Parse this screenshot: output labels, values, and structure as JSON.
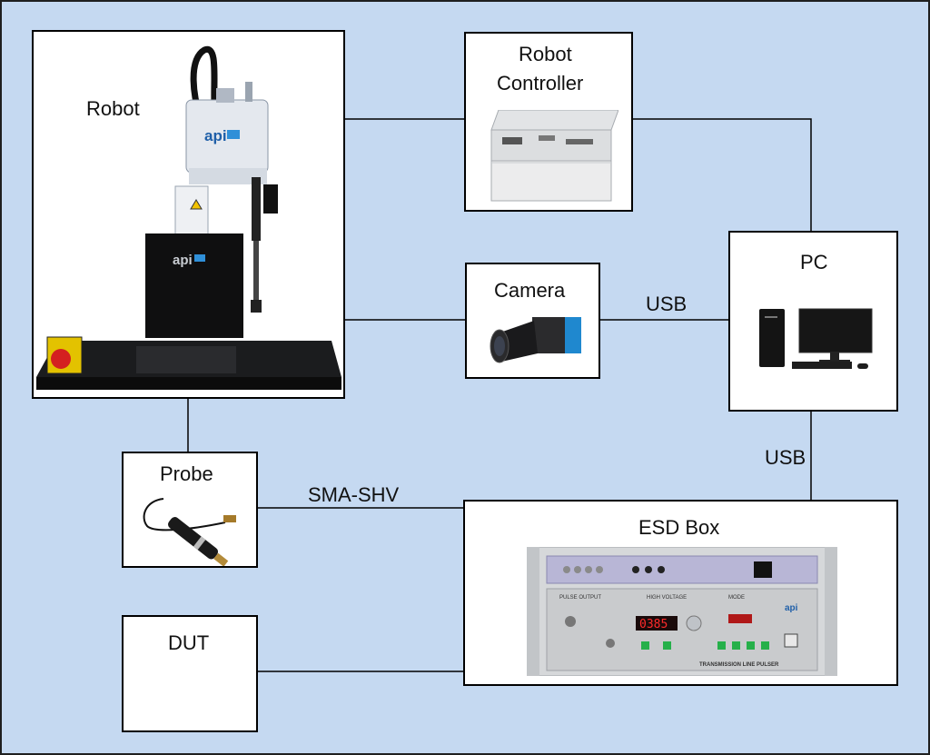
{
  "nodes": {
    "robot": {
      "label": "Robot",
      "logo": "api"
    },
    "robot_controller": {
      "label_line1": "Robot",
      "label_line2": "Controller"
    },
    "camera": {
      "label": "Camera"
    },
    "pc": {
      "label": "PC"
    },
    "probe": {
      "label": "Probe"
    },
    "esd_box": {
      "label": "ESD Box",
      "panel_texts": {
        "pulse_output": "PULSE OUTPUT",
        "high_voltage": "HIGH VOLTAGE",
        "mode": "MODE",
        "display": "0385",
        "footer": "TRANSMISSION LINE PULSER",
        "logo": "api"
      }
    },
    "dut": {
      "label": "DUT"
    }
  },
  "edges": {
    "camera_pc": "USB",
    "pc_esd": "USB",
    "probe_esd": "SMA-SHV"
  },
  "colors": {
    "background": "#c5d9f1",
    "box_fill": "#ffffff",
    "line": "#000000"
  }
}
